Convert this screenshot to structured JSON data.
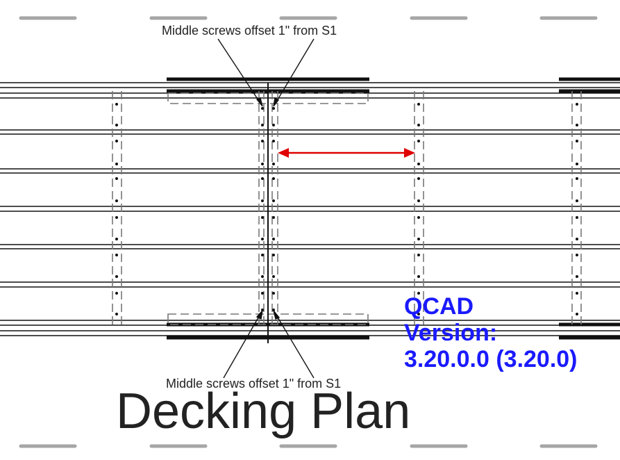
{
  "drawing": {
    "note_top": "Middle screws offset 1\" from S1",
    "note_bottom": "Middle screws offset 1\" from S1",
    "title": "Decking Plan"
  },
  "overlay": {
    "line1": "QCAD",
    "line2": "Version:",
    "line3": "3.20.0.0 (3.20.0)",
    "color": "#1a1aff"
  },
  "colors": {
    "line": "#111111",
    "dashed": "#777777",
    "arrow": "#e00000",
    "tick": "#a6a6a6"
  }
}
